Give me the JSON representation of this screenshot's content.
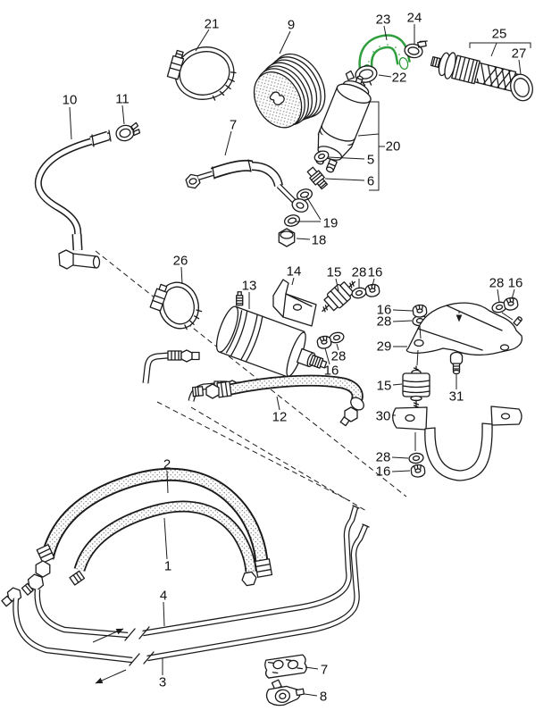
{
  "diagram": {
    "type": "exploded-parts-diagram",
    "subject": "fuel system: lines, hoses, fuel filter, fuel pump, clamps and mounts",
    "colors": {
      "background": "#ffffff",
      "ink": "#1b1b1b",
      "highlight": "#2f9e3c"
    },
    "callouts": [
      {
        "label": "21",
        "part": "hose-clamp-large"
      },
      {
        "label": "9",
        "part": "corrugated-boot"
      },
      {
        "label": "23",
        "part": "elbow-hose-highlighted"
      },
      {
        "label": "24",
        "part": "hose-clamp-small"
      },
      {
        "label": "25",
        "part": "suction-tube-strainer"
      },
      {
        "label": "27",
        "part": "o-ring"
      },
      {
        "label": "22",
        "part": "hose-clamp-small"
      },
      {
        "label": "10",
        "part": "return-pipe"
      },
      {
        "label": "11",
        "part": "hose-clamp-small"
      },
      {
        "label": "7",
        "part": "pressure-hose"
      },
      {
        "label": "20",
        "part": "fuel-pump-assembly"
      },
      {
        "label": "5",
        "part": "seal-washer"
      },
      {
        "label": "6",
        "part": "union-fitting"
      },
      {
        "label": "19",
        "part": "seal-washers"
      },
      {
        "label": "18",
        "part": "banjo-bolt"
      },
      {
        "label": "26",
        "part": "hose-clamp"
      },
      {
        "label": "13",
        "part": "fuel-filter"
      },
      {
        "label": "14",
        "part": "bracket"
      },
      {
        "label": "15",
        "part": "rubber-mount"
      },
      {
        "label": "28",
        "part": "washer"
      },
      {
        "label": "16",
        "part": "nut"
      },
      {
        "label": "28",
        "part": "washer"
      },
      {
        "label": "16",
        "part": "nut"
      },
      {
        "label": "16",
        "part": "nut"
      },
      {
        "label": "28",
        "part": "washer"
      },
      {
        "label": "29",
        "part": "pump-bracket-upper"
      },
      {
        "label": "16",
        "part": "nut"
      },
      {
        "label": "28",
        "part": "washer"
      },
      {
        "label": "12",
        "part": "fuel-hose"
      },
      {
        "label": "15",
        "part": "rubber-mount"
      },
      {
        "label": "31",
        "part": "bolt"
      },
      {
        "label": "30",
        "part": "pump-strap-bracket"
      },
      {
        "label": "28",
        "part": "washer"
      },
      {
        "label": "16",
        "part": "nut"
      },
      {
        "label": "2",
        "part": "fuel-hose-outer"
      },
      {
        "label": "1",
        "part": "fuel-hose-inner"
      },
      {
        "label": "4",
        "part": "fuel-line-upper"
      },
      {
        "label": "3",
        "part": "fuel-line-lower"
      },
      {
        "label": "7",
        "part": "line-clamp"
      },
      {
        "label": "8",
        "part": "line-clamp"
      }
    ]
  }
}
